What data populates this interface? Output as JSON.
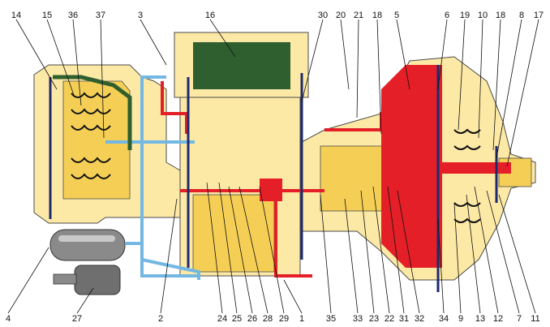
{
  "colors": {
    "background": "#ffffff",
    "body_yellow": "#fde9a6",
    "body_yellow_dark": "#f5cf55",
    "reservoir_green": "#2f5f2f",
    "compressed_air_blue": "#73b7e3",
    "brake_red": "#e41f28",
    "frame_navy": "#1f2a6e",
    "tank_grey": "#8a8a8a",
    "outline": "#4a4a4a"
  },
  "callouts": {
    "top": [
      "14",
      "15",
      "36",
      "37",
      "3",
      "16",
      "30",
      "20",
      "21",
      "18",
      "5",
      "6",
      "19",
      "10",
      "18",
      "8",
      "17"
    ],
    "bottom": [
      "4",
      "27",
      "2",
      "24",
      "25",
      "26",
      "28",
      "29",
      "1",
      "35",
      "33",
      "23",
      "22",
      "31",
      "32",
      "34",
      "9",
      "13",
      "12",
      "7",
      "11"
    ]
  },
  "components": {
    "air_tank": "air-tank",
    "pneumatic_cylinder": "pneumatic-cylinder",
    "fluid_reservoir": "fluid-reservoir",
    "main_body": "mechanism-body",
    "brake_chamber": "brake-chamber"
  }
}
